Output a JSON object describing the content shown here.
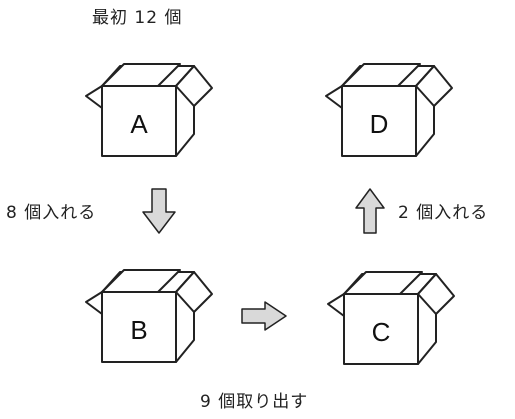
{
  "labels": {
    "initial": "最初 12 個",
    "add_to_b": "8 個入れる",
    "add_to_d": "2 個入れる",
    "take_out": "9 個取り出す"
  },
  "boxes": {
    "a": "A",
    "b": "B",
    "c": "C",
    "d": "D"
  },
  "colors": {
    "stroke": "#222222",
    "arrow_fill": "#d9d9d9"
  },
  "icons": {
    "box": "open-cardboard-box-icon",
    "arrows": [
      "arrow-down-icon",
      "arrow-right-icon",
      "arrow-up-icon"
    ]
  }
}
